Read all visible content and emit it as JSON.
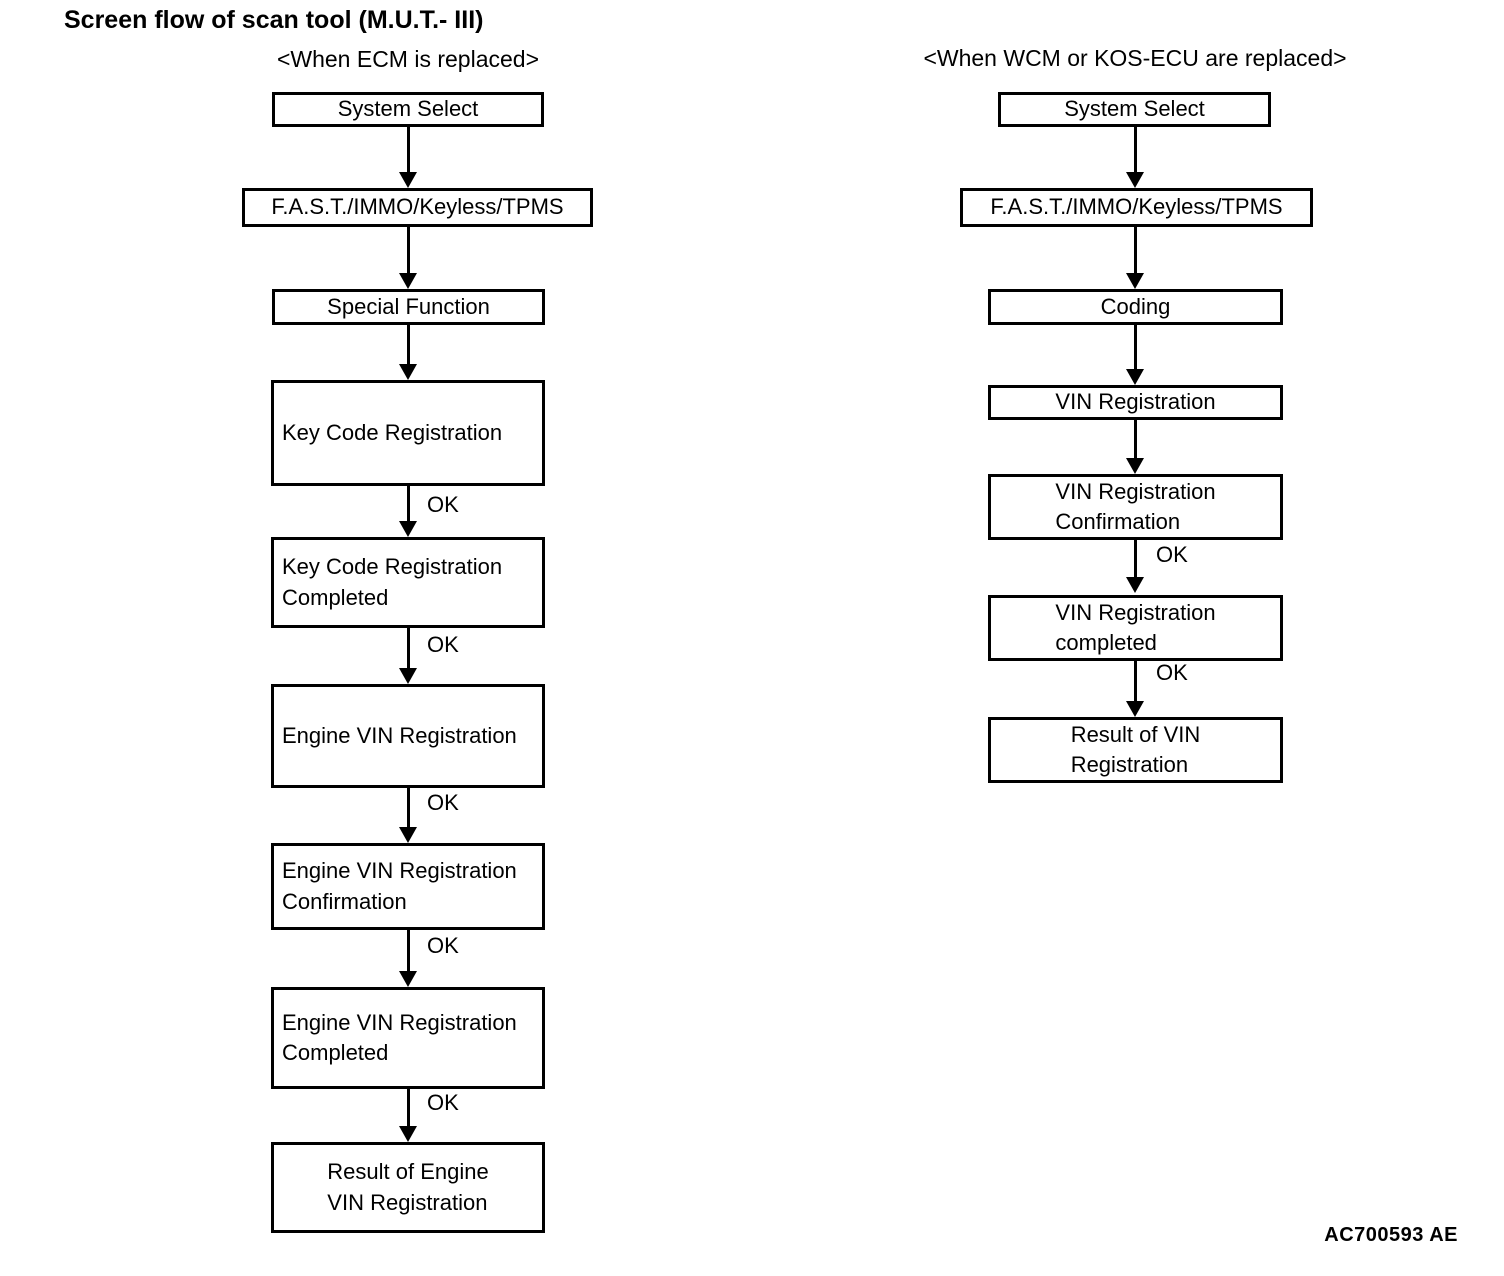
{
  "title": "Screen flow of scan tool (M.U.T.- III)",
  "ok_label": "OK",
  "footer_code": "AC700593 AE",
  "left_flow": {
    "heading": "<When ECM is replaced>",
    "nodes": [
      {
        "label": "System Select"
      },
      {
        "label": "F.A.S.T./IMMO/Keyless/TPMS"
      },
      {
        "label": "Special Function"
      },
      {
        "label": "Key Code Registration"
      },
      {
        "lines": [
          "Key Code Registration",
          "Completed"
        ]
      },
      {
        "label": "Engine VIN Registration"
      },
      {
        "lines": [
          "Engine VIN Registration",
          "Confirmation"
        ]
      },
      {
        "lines": [
          "Engine VIN Registration",
          "Completed"
        ]
      },
      {
        "lines": [
          "Result of Engine",
          "VIN Registration"
        ]
      }
    ]
  },
  "right_flow": {
    "heading": "<When WCM or KOS-ECU are replaced>",
    "nodes": [
      {
        "label": "System Select"
      },
      {
        "label": "F.A.S.T./IMMO/Keyless/TPMS"
      },
      {
        "label": "Coding"
      },
      {
        "label": "VIN Registration"
      },
      {
        "lines": [
          "VIN Registration",
          "Confirmation"
        ]
      },
      {
        "lines": [
          "VIN Registration",
          "completed"
        ]
      },
      {
        "lines": [
          "Result of VIN",
          "Registration"
        ]
      }
    ]
  }
}
